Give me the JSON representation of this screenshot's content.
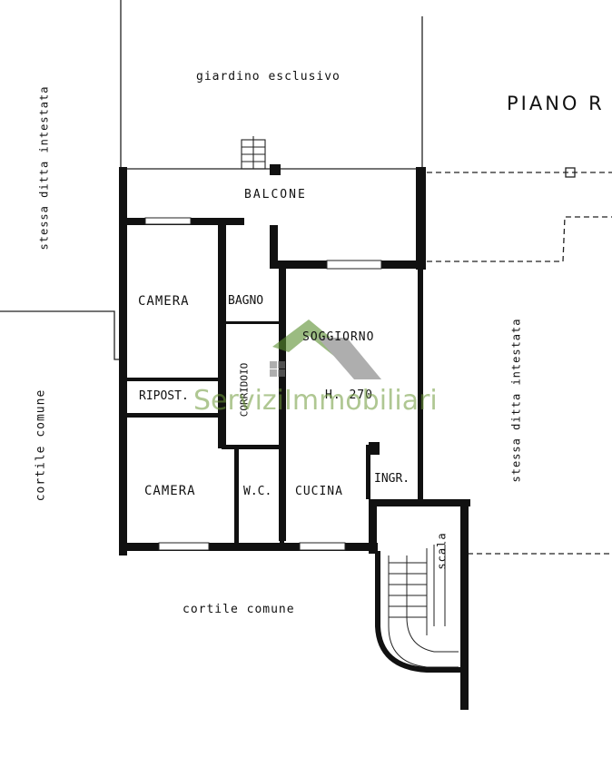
{
  "title": "PIANO R",
  "outside": {
    "garden": "giardino esclusivo",
    "courtyard_left": "cortile comune",
    "courtyard_bottom": "cortile comune",
    "neighbor_left": "stessa ditta intestata",
    "neighbor_right": "stessa ditta intestata"
  },
  "rooms": {
    "balcone": "BALCONE",
    "camera_top": "CAMERA",
    "bagno": "BAGNO",
    "soggiorno": "SOGGIORNO",
    "height": "H. 270",
    "ripost": "RIPOST.",
    "corridoio": "CORRIDOIO",
    "camera_bottom": "CAMERA",
    "wc": "W.C.",
    "cucina": "CUCINA",
    "ingr": "INGR.",
    "scala": "scala"
  },
  "watermark": {
    "text": "ServiziImmobiliari",
    "green": "#5a8f2e",
    "gray": "#7a7a7a"
  },
  "colors": {
    "wall": "#111111",
    "line": "#222222"
  }
}
